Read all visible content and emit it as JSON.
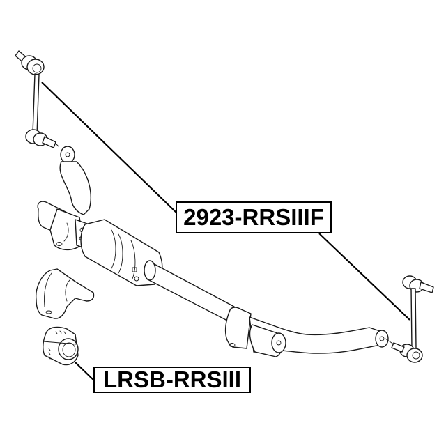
{
  "diagram": {
    "type": "exploded-parts-diagram",
    "subject": "Rear stabilizer bar assembly with links and bushings",
    "background_color": "#ffffff",
    "line_color": "#000000"
  },
  "callouts": [
    {
      "id": "link",
      "part_number": "2923-RRSIIIF",
      "points_to": [
        "left stabilizer link",
        "right stabilizer link"
      ]
    },
    {
      "id": "bushing",
      "part_number": "LRSB-RRSIII",
      "points_to": [
        "stabilizer bar bushing"
      ]
    }
  ],
  "parts": [
    "left stabilizer link (ball joints, top and bottom)",
    "right stabilizer link (ball joints, top and bottom)",
    "stabilizer bar with left and right arms",
    "stabilizer bar actuator/center section",
    "bushing clamp bracket",
    "stabilizer bar bushing"
  ]
}
